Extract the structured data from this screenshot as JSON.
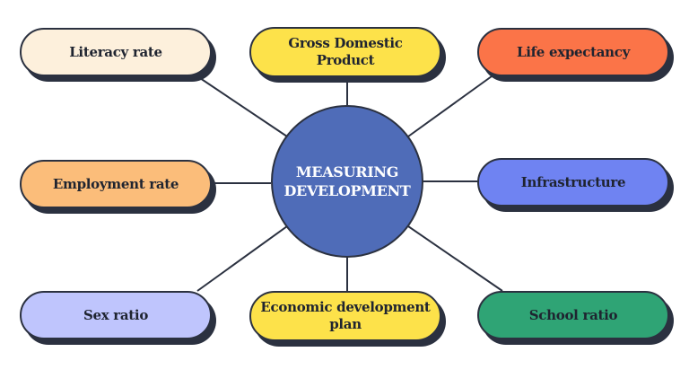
{
  "center": {
    "label": "MEASURING DEVELOPMENT",
    "color": "#4f6cb8"
  },
  "nodes": [
    {
      "id": "literacy-rate",
      "label": "Literacy rate",
      "color": "#fdf0dc"
    },
    {
      "id": "gdp",
      "label": "Gross Domestic Product",
      "color": "#fde24a"
    },
    {
      "id": "life-expectancy",
      "label": "Life expectancy",
      "color": "#fb7448"
    },
    {
      "id": "employment-rate",
      "label": "Employment rate",
      "color": "#fbbd7a"
    },
    {
      "id": "infrastructure",
      "label": "Infrastructure",
      "color": "#6f83f2"
    },
    {
      "id": "sex-ratio",
      "label": "Sex ratio",
      "color": "#bfc5fd"
    },
    {
      "id": "economic-development-plan",
      "label": "Economic development plan",
      "color": "#fde24a"
    },
    {
      "id": "school-ratio",
      "label": "School ratio",
      "color": "#2fa475"
    }
  ]
}
